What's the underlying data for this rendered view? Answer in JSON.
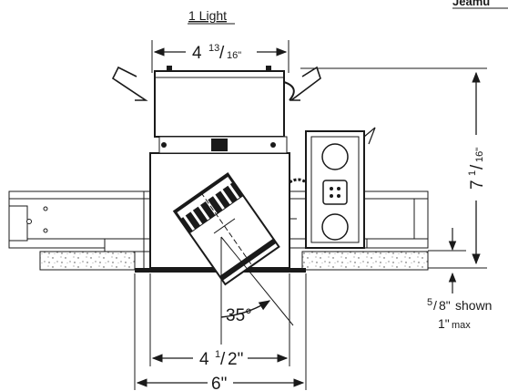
{
  "header": {
    "title": "1 Light",
    "corner_text": "Jeamu"
  },
  "dims": {
    "top_width": "4 13/16\"",
    "top_width_whole": "4",
    "top_width_num": "13",
    "top_width_den": "16\"",
    "height": "7 1/16\"",
    "height_whole": "7",
    "height_num": "1",
    "height_den": "16\"",
    "aperture": "4 1/2\"",
    "aperture_whole": "4",
    "aperture_num": "1",
    "aperture_den": "2\"",
    "cutout": "6\"",
    "tilt": "35°",
    "ceiling_num": "5",
    "ceiling_den": "8\"",
    "ceiling_shown": "shown",
    "ceiling_max_val": "1\"",
    "ceiling_max": "max"
  }
}
